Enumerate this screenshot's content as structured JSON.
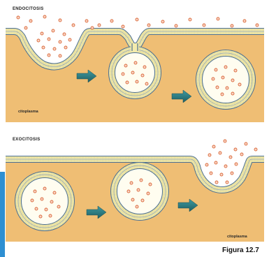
{
  "endocytosis": {
    "title": "ENDOCITOSIS",
    "region_label": "citoplasma"
  },
  "exocytosis": {
    "title": "EXOCITOSIS",
    "region_label": "citoplasma"
  },
  "figure_label": "Figura 12.7",
  "colors": {
    "cytoplasm": "#efbe74",
    "membrane_fill": "#f3ebac",
    "membrane_line": "#4b6f93",
    "vesicle_inside": "#fffdf0",
    "particle_fill": "#fbd5c6",
    "particle_stroke": "#d9693a",
    "arrow": "#2e7a7e",
    "accent_bar": "#2e8fd2"
  }
}
